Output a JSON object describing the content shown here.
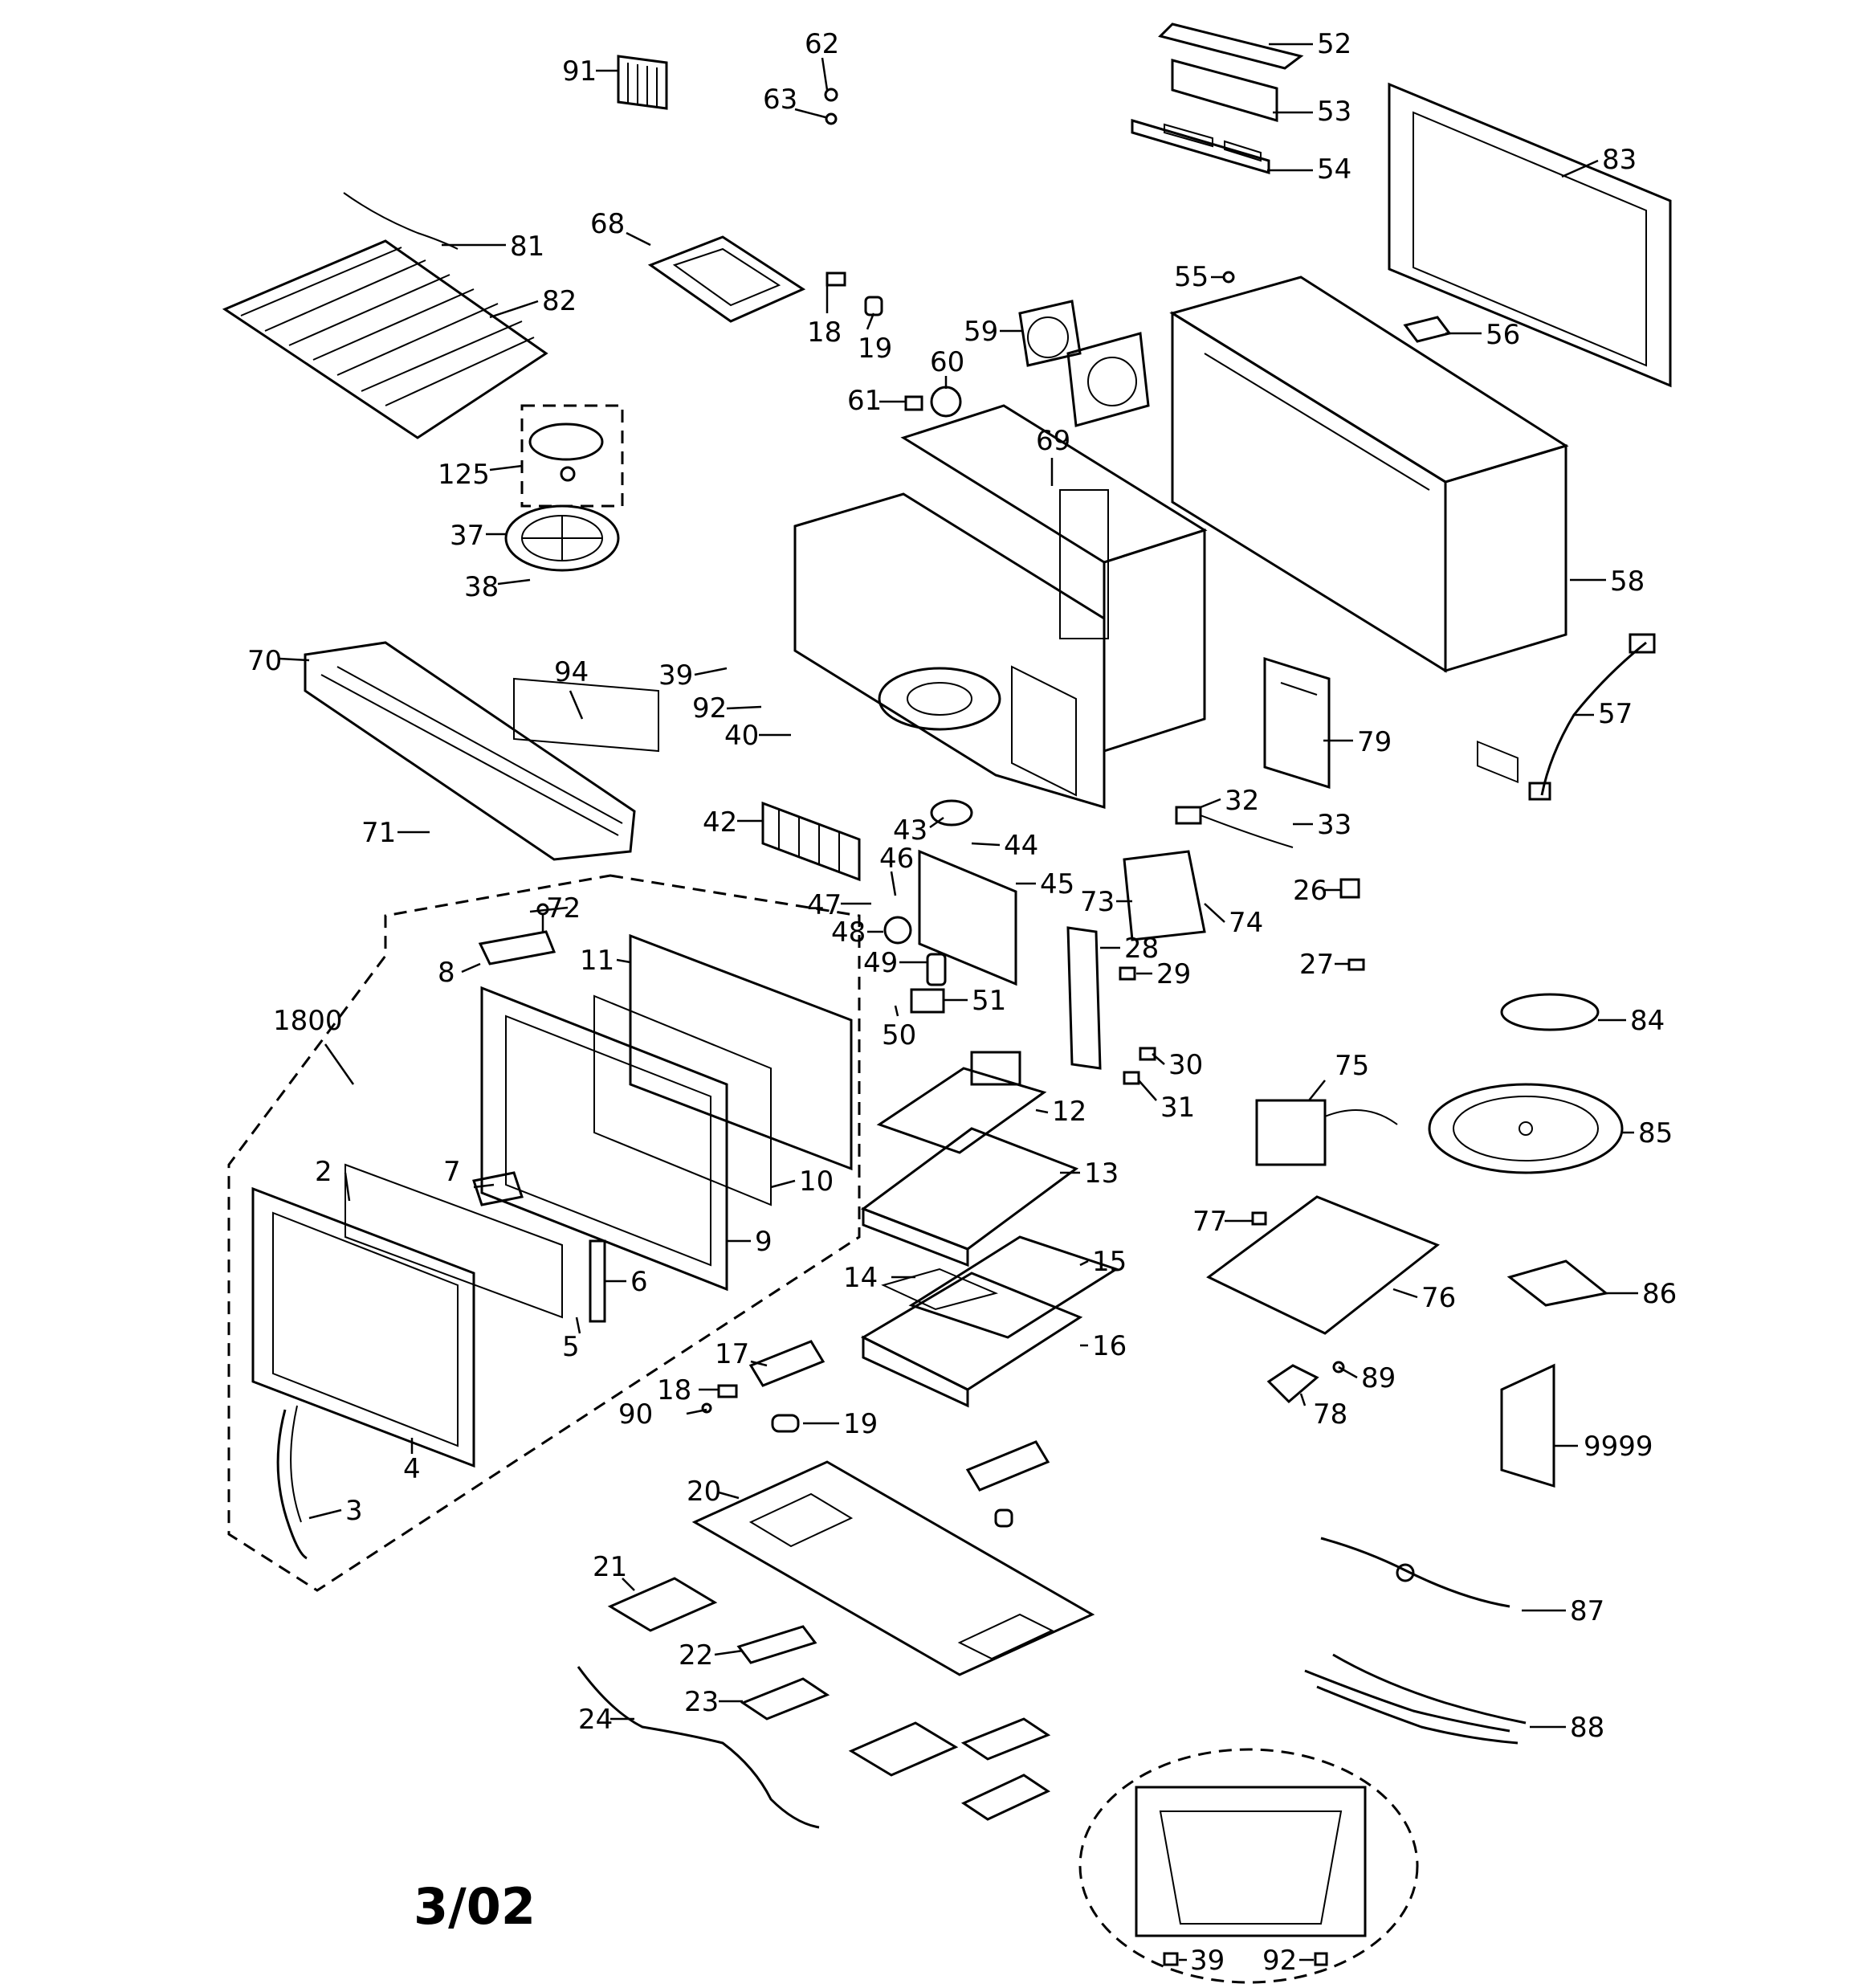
{
  "date": "3/02",
  "labels": [
    "91",
    "62",
    "63",
    "52",
    "53",
    "54",
    "83",
    "81",
    "82",
    "68",
    "18",
    "19",
    "55",
    "56",
    "59",
    "60",
    "61",
    "125",
    "37",
    "38",
    "69",
    "58",
    "70",
    "94",
    "39",
    "92",
    "40",
    "79",
    "57",
    "71",
    "42",
    "43",
    "44",
    "32",
    "33",
    "46",
    "45",
    "47",
    "48",
    "73",
    "74",
    "26",
    "49",
    "28",
    "29",
    "27",
    "72",
    "11",
    "8",
    "1800",
    "51",
    "50",
    "30",
    "31",
    "84",
    "75",
    "12",
    "85",
    "13",
    "10",
    "7",
    "2",
    "9",
    "77",
    "15",
    "14",
    "6",
    "86",
    "76",
    "5",
    "16",
    "17",
    "89",
    "18",
    "90",
    "19",
    "78",
    "9999",
    "4",
    "3",
    "20",
    "21",
    "87",
    "22",
    "23",
    "24",
    "88",
    "39",
    "92"
  ]
}
